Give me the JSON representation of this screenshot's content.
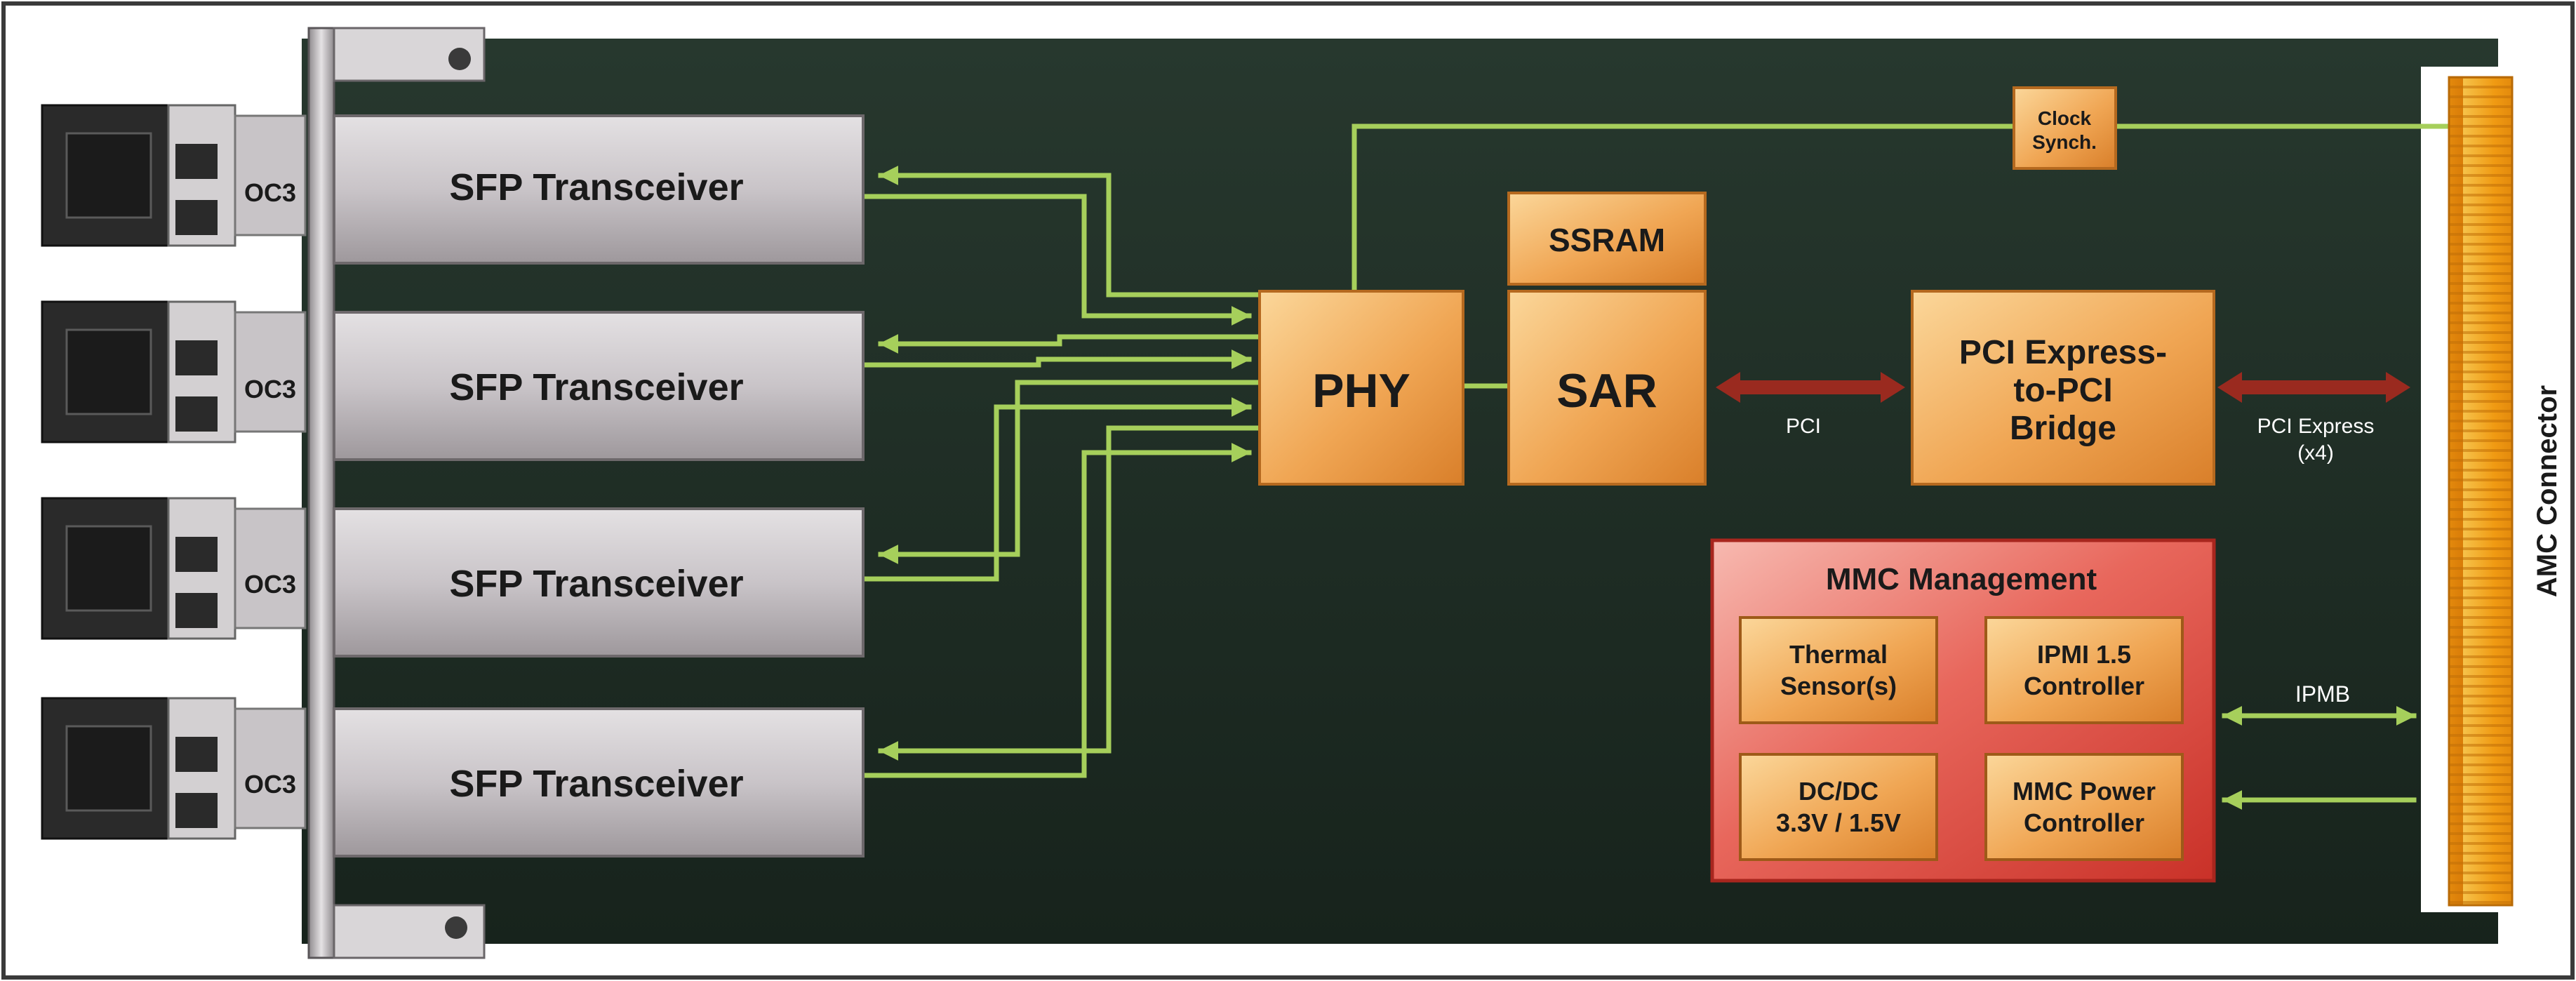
{
  "blocks": {
    "sfp": [
      "SFP Transceiver",
      "SFP Transceiver",
      "SFP Transceiver",
      "SFP Transceiver"
    ],
    "ports": [
      "OC3",
      "OC3",
      "OC3",
      "OC3"
    ],
    "phy": "PHY",
    "sar": "SAR",
    "ssram": "SSRAM",
    "clock_line1": "Clock",
    "clock_line2": "Synch.",
    "bridge_line1": "PCI Express-",
    "bridge_line2": "to-PCI",
    "bridge_line3": "Bridge",
    "mmc_title": "MMC Management",
    "thermal_line1": "Thermal",
    "thermal_line2": "Sensor(s)",
    "ipmi_line1": "IPMI 1.5",
    "ipmi_line2": "Controller",
    "dcdc_line1": "DC/DC",
    "dcdc_line2": "3.3V / 1.5V",
    "mmcpower_line1": "MMC Power",
    "mmcpower_line2": "Controller",
    "connector": "AMC Connector"
  },
  "links": {
    "pci": "PCI",
    "pcie_line1": "PCI Express",
    "pcie_line2": "(x4)",
    "ipmb": "IPMB"
  },
  "colors": {
    "board": "#1f2f26",
    "trace": "#a6cf5b",
    "chip": "#eda24f",
    "mmc": "#e0453c",
    "bus_arrow": "#9a2a1f",
    "connector": "#f2aa1a"
  }
}
